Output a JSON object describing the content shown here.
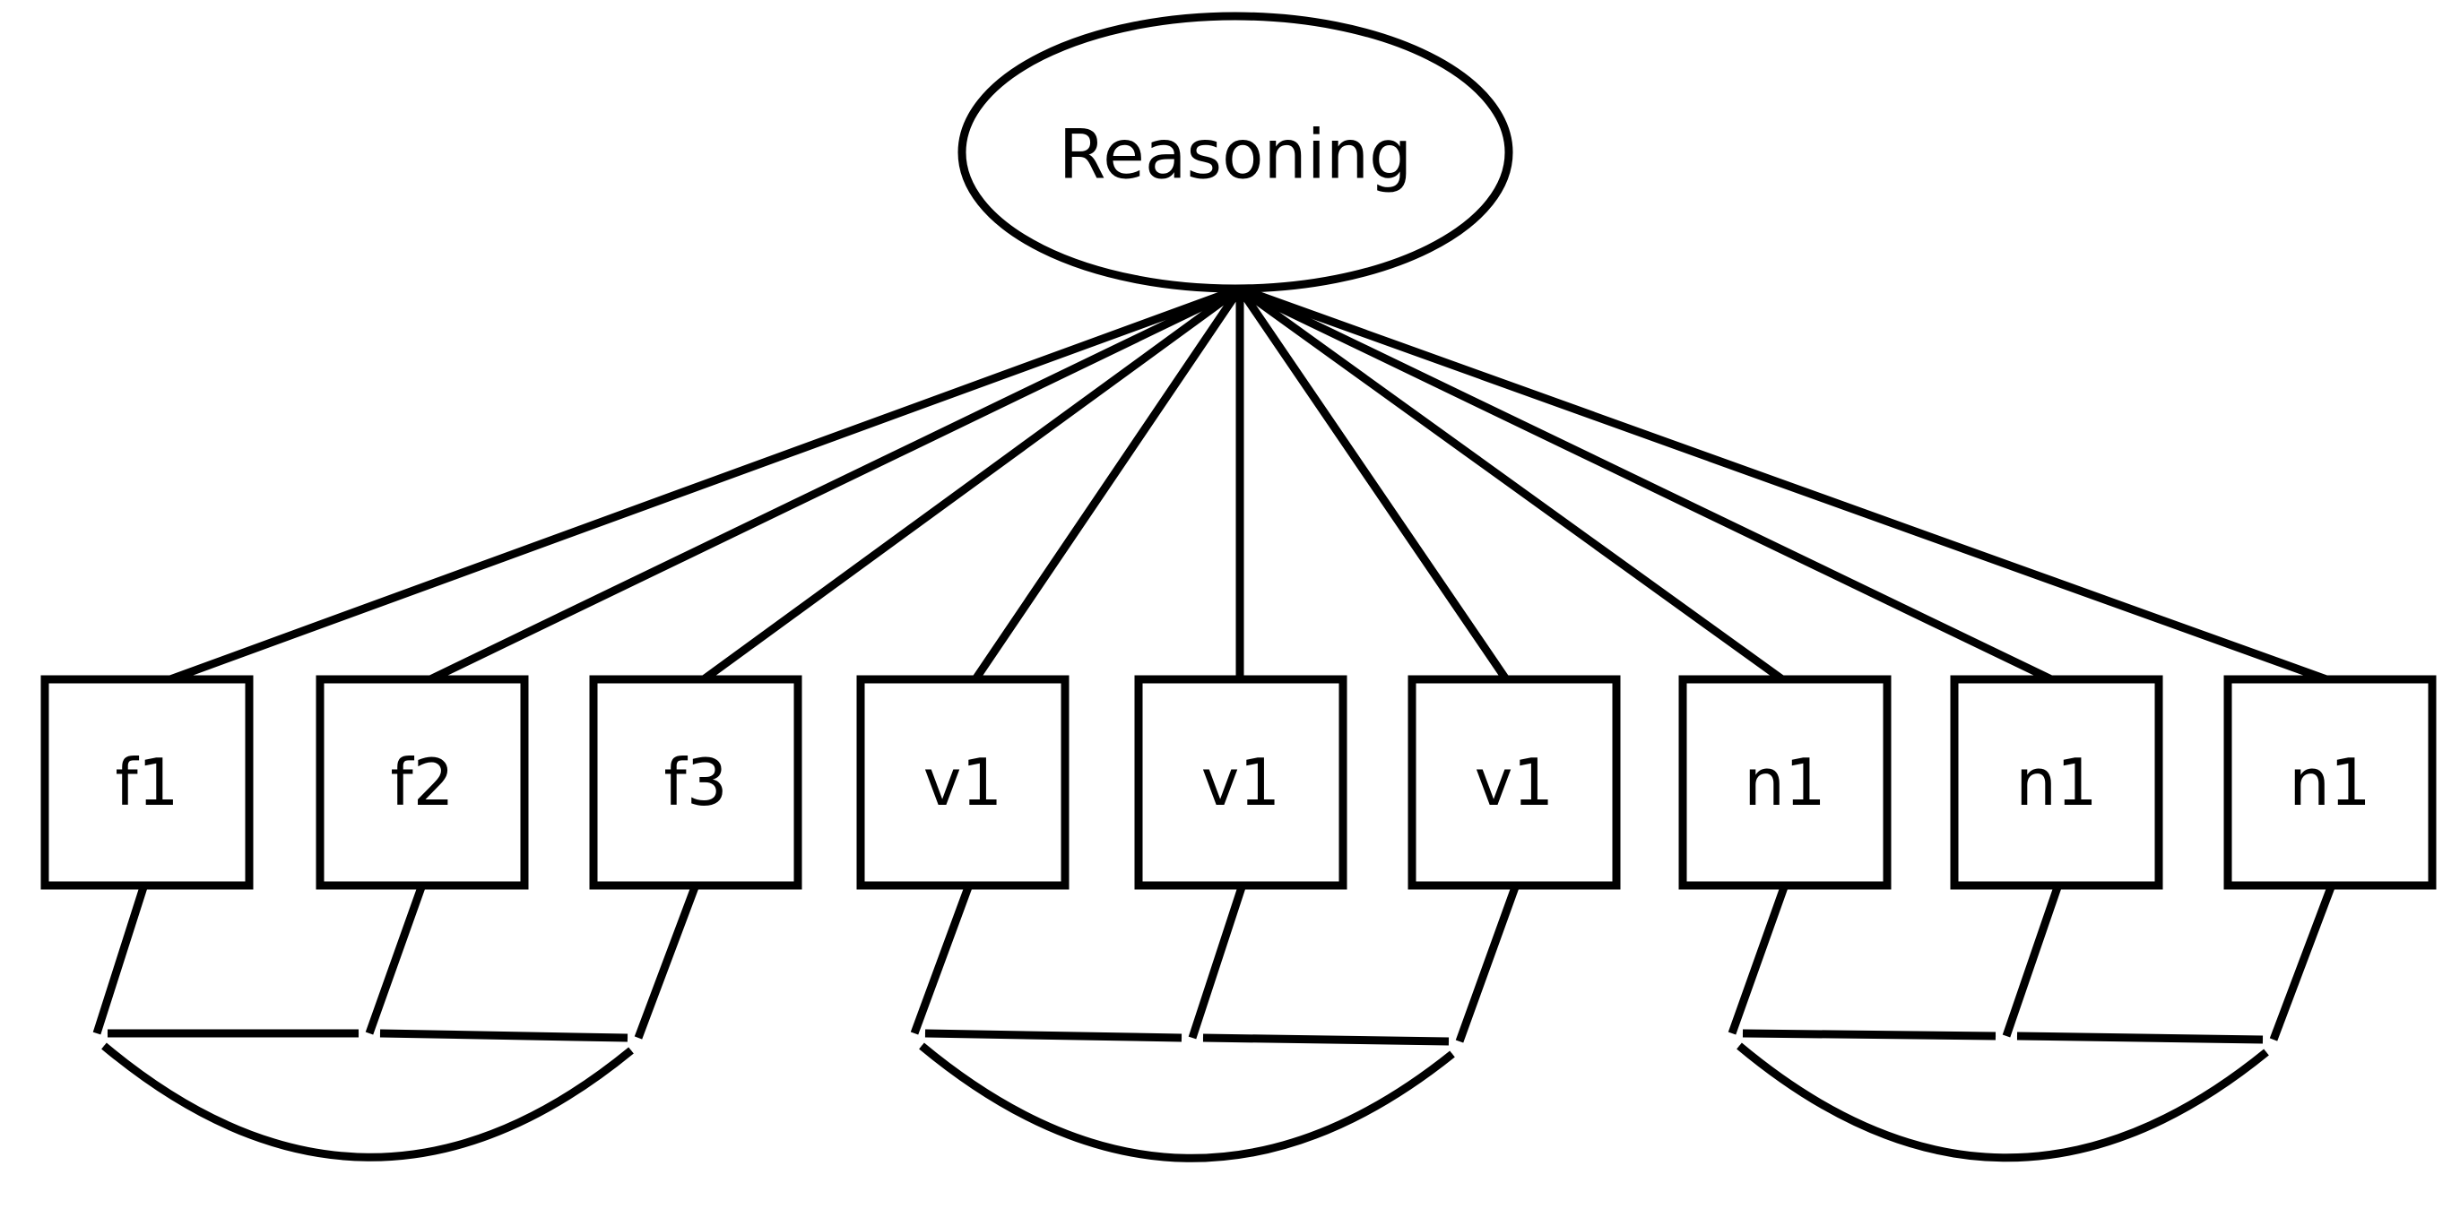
{
  "latent": {
    "label": "Reasoning"
  },
  "indicators": [
    {
      "label": "f1"
    },
    {
      "label": "f2"
    },
    {
      "label": "f3"
    },
    {
      "label": "v1"
    },
    {
      "label": "v1"
    },
    {
      "label": "v1"
    },
    {
      "label": "n1"
    },
    {
      "label": "n1"
    },
    {
      "label": "n1"
    }
  ]
}
